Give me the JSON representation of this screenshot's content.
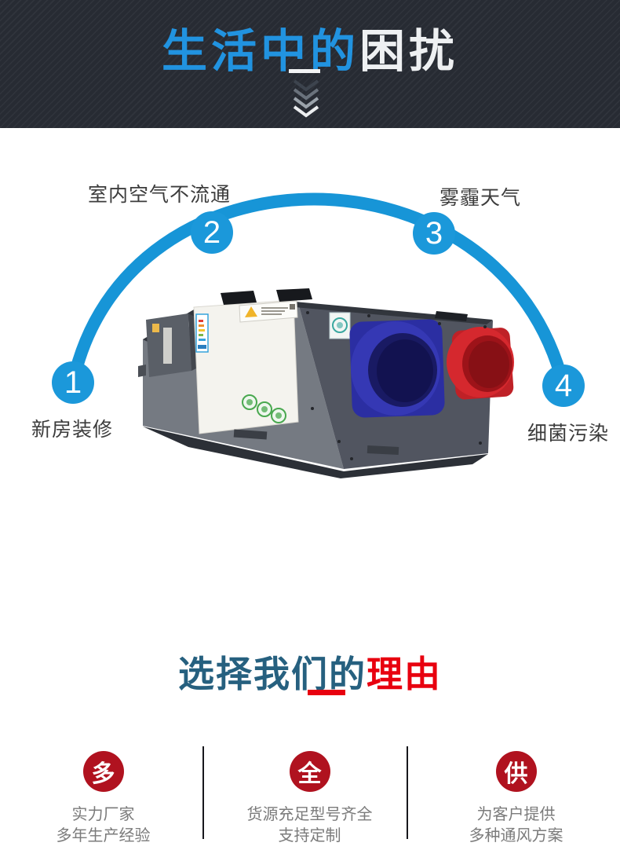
{
  "hero": {
    "title_blue": "生活中的",
    "title_white": "困扰"
  },
  "problems": {
    "items": [
      {
        "num": "1",
        "label": "新房装修"
      },
      {
        "num": "2",
        "label": "室内空气不流通"
      },
      {
        "num": "3",
        "label": "雾霾天气"
      },
      {
        "num": "4",
        "label": "细菌污染"
      }
    ]
  },
  "reasons": {
    "title_dark": "选择我们的",
    "title_red": "理由",
    "items": [
      {
        "badge": "多",
        "line1": "实力厂家",
        "line2": "多年生产经验"
      },
      {
        "badge": "全",
        "line1": "货源充足型号齐全",
        "line2": "支持定制"
      },
      {
        "badge": "供",
        "line1": "为客户提供",
        "line2": "多种通风方案"
      }
    ]
  },
  "colors": {
    "hero_background": "#272b33",
    "title_blue": "#2193e0",
    "arc_blue": "#1b98da",
    "reasons_dark": "#26607f",
    "accent_red": "#e8000f",
    "badge_red": "#b0121f",
    "duct_blue": "#3538b4",
    "duct_red": "#d5282e"
  }
}
